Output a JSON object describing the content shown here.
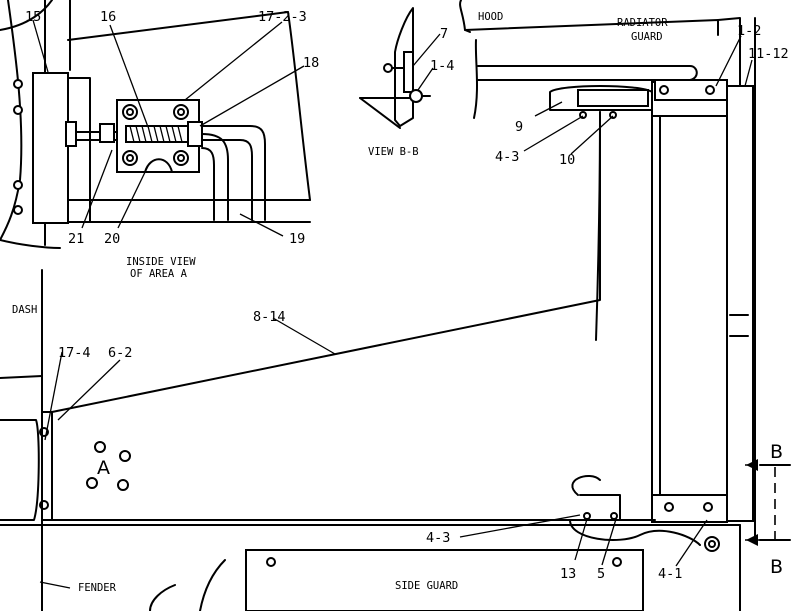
{
  "labels": {
    "hood": "HOOD",
    "radiator_guard_line1": "RADIATOR",
    "radiator_guard_line2": "GUARD",
    "dash": "DASH",
    "fender": "FENDER",
    "side_guard": "SIDE GUARD",
    "view_bb": "VIEW B-B",
    "inside_view_line1": "INSIDE VIEW",
    "inside_view_line2": "OF AREA A",
    "area_marker": "A",
    "section_top": "B",
    "section_bottom": "B"
  },
  "callouts": {
    "c15": "15",
    "c16": "16",
    "c17_2_3": "17-2-3",
    "c18": "18",
    "c21": "21",
    "c20": "20",
    "c19": "19",
    "c7": "7",
    "c1_4": "1-4",
    "c9": "9",
    "c4_3_top": "4-3",
    "c10": "10",
    "c1_2": "1-2",
    "c11_12": "11-12",
    "c8_14": "8-14",
    "c17_4": "17-4",
    "c6_2": "6-2",
    "c4_3_bottom": "4-3",
    "c13": "13",
    "c5": "5",
    "c4_1": "4-1"
  }
}
